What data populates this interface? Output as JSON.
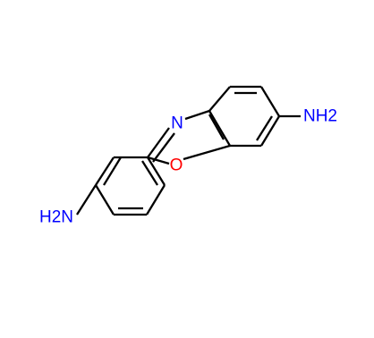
{
  "molecule": {
    "labels": {
      "n_ring": "N",
      "o_ring": "O",
      "amine_right": "NH2",
      "amine_left": "H2N"
    },
    "colors": {
      "bond": "#000000",
      "heteroatom": "#0000ff",
      "background": "#ffffff"
    }
  }
}
